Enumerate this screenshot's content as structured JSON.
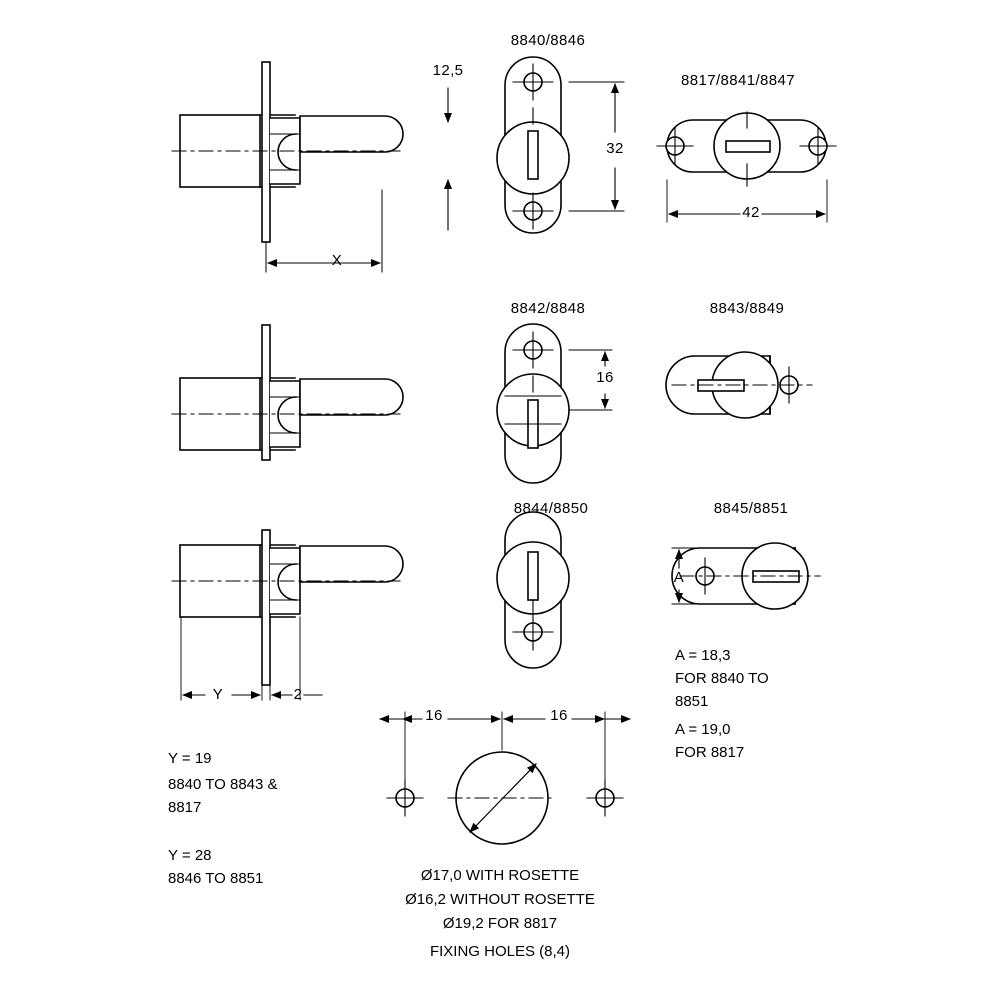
{
  "drawing": {
    "title": "Cam lock technical drawing",
    "line_color": "#000000",
    "fill_color": "#ffffff"
  },
  "row1": {
    "front_label": "8840/8846",
    "side_label": "8817/8841/8847",
    "dim_thickness": "12,5",
    "dim_height": "32",
    "dim_width": "42",
    "dim_x": "X"
  },
  "row2": {
    "front_label": "8842/8848",
    "side_label": "8843/8849",
    "dim_height": "16"
  },
  "row3": {
    "front_label": "8844/8850",
    "side_label": "8845/8851",
    "dim_y": "Y",
    "dim_2": "2",
    "dim_a": "A"
  },
  "notes_left": {
    "line1": "Y = 19",
    "line2": "8840 TO 8843 &",
    "line3": "8817",
    "line4": "Y = 28",
    "line5": "8846 TO 8851"
  },
  "notes_right": {
    "line1": "A = 18,3",
    "line2": "FOR 8840 TO",
    "line3": "8851",
    "line4": "A = 19,0",
    "line5": "FOR 8817"
  },
  "hole_detail": {
    "dim_left": "16",
    "dim_right": "16",
    "note1": "Ø17,0 WITH ROSETTE",
    "note2": "Ø16,2 WITHOUT ROSETTE",
    "note3": "Ø19,2 FOR 8817",
    "note4": "FIXING HOLES (8,4)"
  }
}
